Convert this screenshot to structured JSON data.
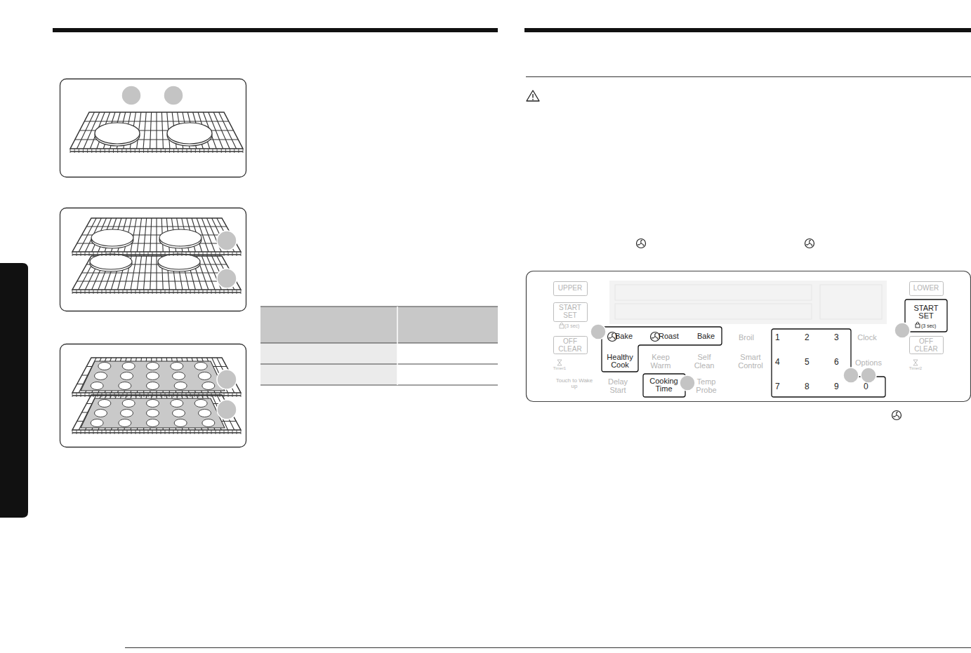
{
  "diagram": {
    "nodes": [
      {
        "text": [
          "Bake",
          "Roast",
          "Bake",
          "Healthy Cook"
        ]
      },
      {
        "text": [
          "Cooking Time"
        ]
      },
      {
        "text": [
          "1",
          "2",
          "3",
          "4",
          "5",
          "6",
          "7",
          "8",
          "9",
          "0"
        ]
      },
      {
        "text": [
          "START SET",
          "(3 sec)"
        ]
      }
    ],
    "labels": [
      "UPPER",
      "START SET",
      "(3 sec)",
      "OFF CLEAR",
      "Timer1",
      "Touch to Wake up",
      "Keep Warm",
      "Self Clean",
      "Broil",
      "Smart Control",
      "Delay Start",
      "Temp Probe",
      "Clock",
      "Options",
      "LOWER",
      "OFF CLEAR",
      "Timer2"
    ]
  }
}
